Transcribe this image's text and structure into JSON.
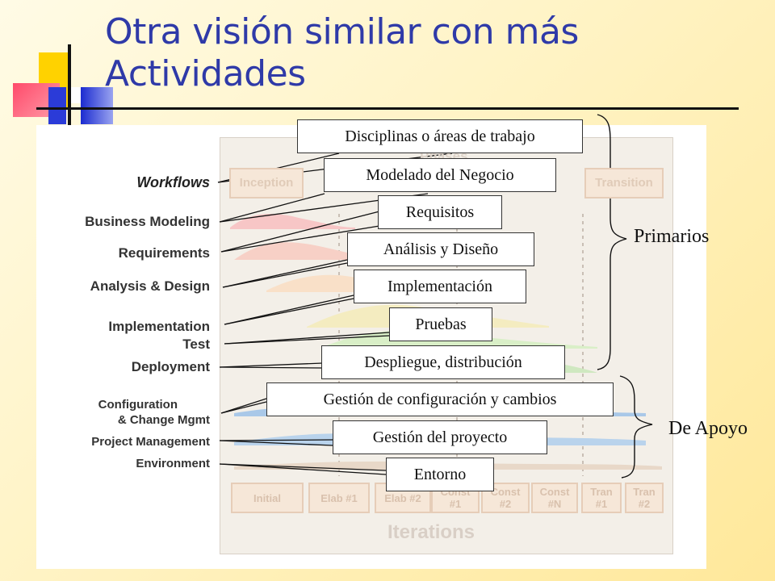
{
  "title": "Otra visión similar con más Actividades",
  "workflows_header": "Workflows",
  "workflows": [
    "Business Modeling",
    "Requirements",
    "Analysis & Design",
    "Implementation",
    "Test",
    "Deployment",
    "Configuration",
    "& Change Mgmt",
    "Project Management",
    "Environment"
  ],
  "phases_label": "Phases",
  "phases": [
    "Inception",
    "Transition"
  ],
  "iterations_label": "Iterations",
  "iterations": [
    {
      "l1": "Initial",
      "l2": ""
    },
    {
      "l1": "Elab #1",
      "l2": ""
    },
    {
      "l1": "Elab #2",
      "l2": ""
    },
    {
      "l1": "Const",
      "l2": "#1"
    },
    {
      "l1": "Const",
      "l2": "#2"
    },
    {
      "l1": "Const",
      "l2": "#N"
    },
    {
      "l1": "Tran",
      "l2": "#1"
    },
    {
      "l1": "Tran",
      "l2": "#2"
    }
  ],
  "callouts": [
    "Disciplinas o áreas de trabajo",
    "Modelado del Negocio",
    "Requisitos",
    "Análisis y Diseño",
    "Implementación",
    "Pruebas",
    "Despliegue, distribución",
    "Gestión de configuración y cambios",
    "Gestión del proyecto",
    "Entorno"
  ],
  "groups": {
    "primary": "Primarios",
    "support": "De Apoyo"
  },
  "colors": {
    "title": "#2f3aa8",
    "phase_fill": "#f6e7d8",
    "curve_pink": "#f7c6c6",
    "curve_green": "#cfe8c0",
    "curve_blue": "#a9c8e8"
  }
}
